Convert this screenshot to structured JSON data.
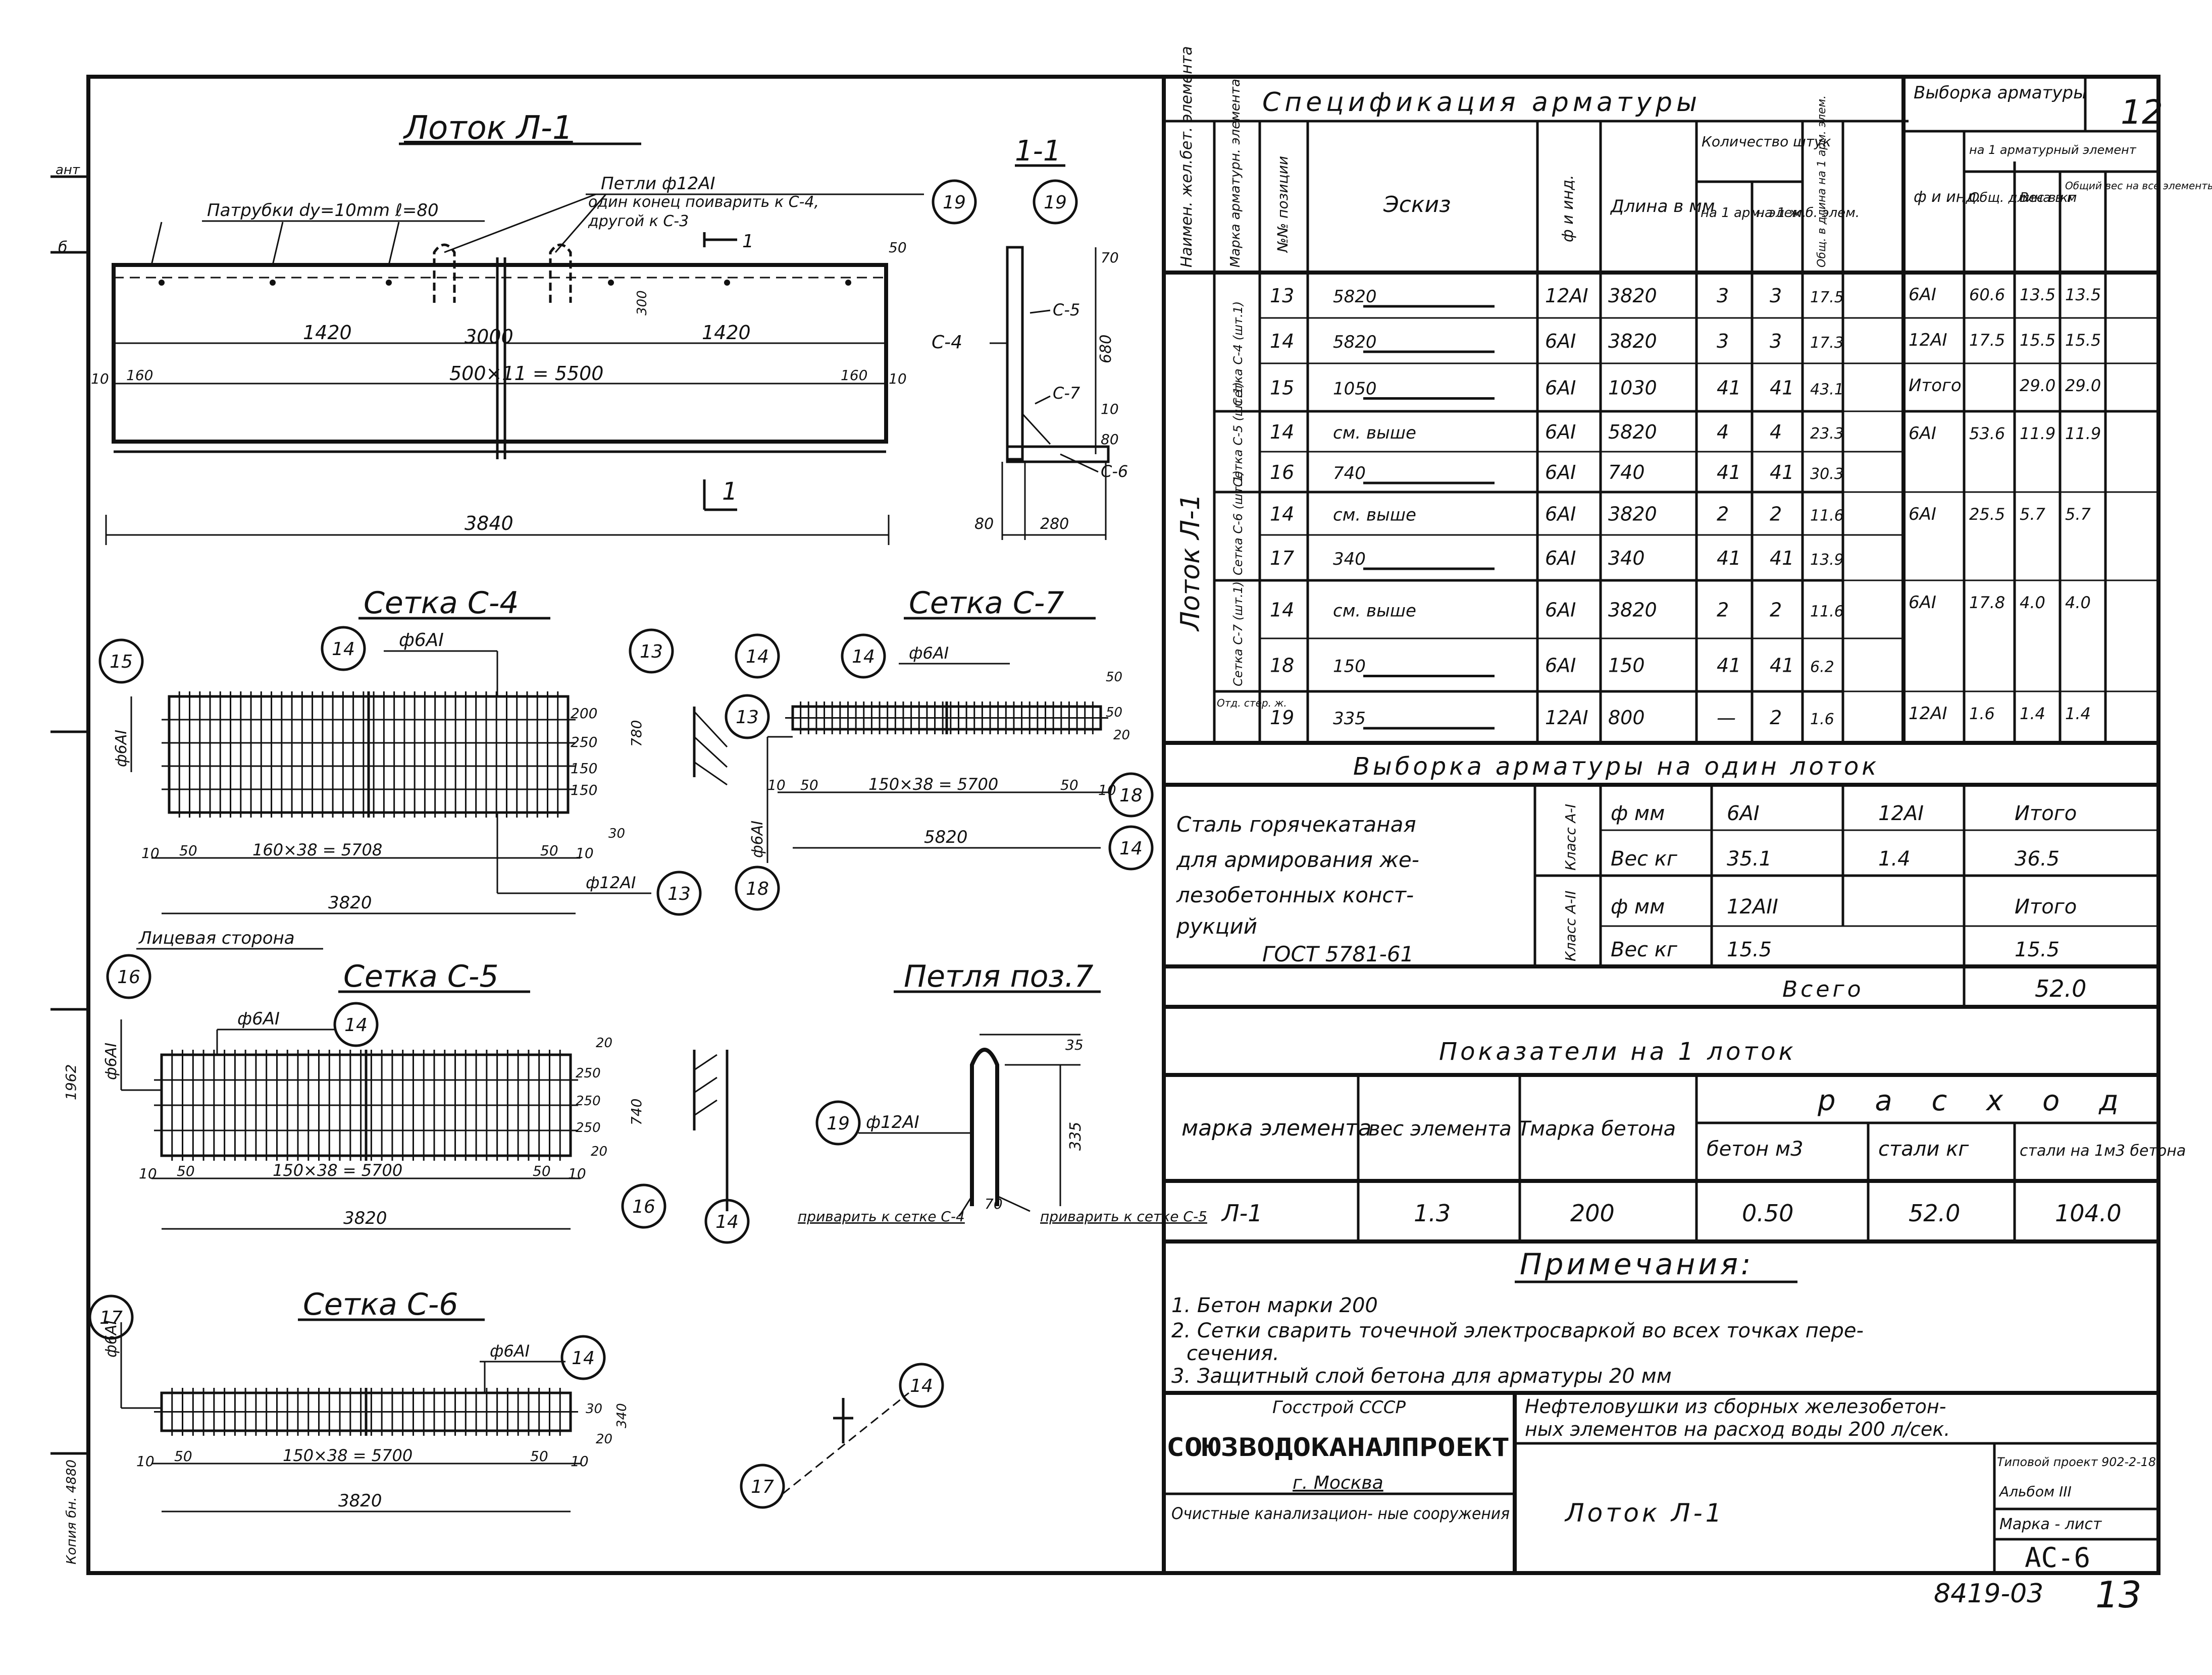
{
  "sheet_number": "12",
  "drawings": {
    "lotok": {
      "title": "Лоток Л-1",
      "note_patrubki": "Патрубки dу=10mm ℓ=80",
      "note_petli": "Петли ф12АI",
      "note_petli_2": "один конец поиварить к С-4,",
      "note_petli_3": "другой к С-3",
      "dims": [
        "1420",
        "3000",
        "1420",
        "500×11 = 5500",
        "160",
        "160",
        "10",
        "10",
        "50",
        "300",
        "3840"
      ],
      "section_mark": "1"
    },
    "section": {
      "title": "1-1",
      "labels": [
        "С-4",
        "С-5",
        "С-7",
        "С-6"
      ],
      "dims": [
        "70",
        "680",
        "10",
        "80",
        "80",
        "280"
      ]
    },
    "setka_c4": {
      "title": "Сетка С-4",
      "callout_top": "ф6АI",
      "callout_side": "ф6АI",
      "callout_bottom": "ф12АI",
      "dims": [
        "200",
        "250",
        "150",
        "150",
        "30",
        "780",
        "10",
        "50",
        "160×38 = 5708",
        "50",
        "10",
        "3820"
      ],
      "note": "Лицевая сторона"
    },
    "setka_c7": {
      "title": "Сетка С-7",
      "callout_top": "ф6АI",
      "callout_side": "ф6АI",
      "dims": [
        "10",
        "50",
        "150×38 = 5700",
        "50",
        "10",
        "5820",
        "50",
        "50",
        "20"
      ]
    },
    "setka_c5": {
      "title": "Сетка С-5",
      "callout_top": "ф6АI",
      "callout_side": "ф6АI",
      "dims": [
        "20",
        "250",
        "250",
        "250",
        "20",
        "740",
        "10",
        "50",
        "150×38 = 5700",
        "50",
        "10",
        "3820"
      ]
    },
    "petlya": {
      "title": "Петля поз.7",
      "callout": "ф12АI",
      "dims": [
        "35",
        "335",
        "70"
      ],
      "note_left": "приварить к сетке С-4",
      "note_right": "приварить к сетке С-5"
    },
    "setka_c6": {
      "title": "Сетка С-6",
      "callout_top": "ф6АI",
      "callout_side": "ф6АI",
      "dims": [
        "10",
        "50",
        "150×38 = 5700",
        "50",
        "10",
        "3820",
        "30",
        "340",
        "20"
      ]
    },
    "bubbles": [
      "19",
      "19",
      "15",
      "14",
      "13",
      "14",
      "13",
      "14",
      "18",
      "14",
      "18",
      "13",
      "16",
      "14",
      "16",
      "14",
      "19",
      "17",
      "14",
      "17",
      "14"
    ]
  },
  "spec": {
    "title": "Спецификация арматуры",
    "headers": [
      "Наимен. жел.бет. элемента",
      "Марка арматурн. элемента",
      "№№ позиции",
      "Эскиз",
      "ф и инд.",
      "Длина в мм",
      "на 1 арм. элем.",
      "на 1 ж.б. элем.",
      "Общ. в длина на 1 арм. элем."
    ],
    "qty_header": "Количество штук",
    "element": "Лоток Л-1",
    "groups": [
      "Сетка С-4 (шт.1)",
      "Сетка С-5 (шт.1)",
      "Сетка С-6 (шт.1)",
      "Сетка С-7 (шт.1)",
      "Отд. стер. ж."
    ],
    "rows": [
      [
        "13",
        "5820",
        "12АI",
        "3820",
        "3",
        "3",
        "17.5"
      ],
      [
        "14",
        "5820",
        "6АI",
        "3820",
        "3",
        "3",
        "17.3"
      ],
      [
        "15",
        "1050",
        "6АI",
        "1030",
        "41",
        "41",
        "43.1"
      ],
      [
        "14",
        "см. выше",
        "6АI",
        "5820",
        "4",
        "4",
        "23.3"
      ],
      [
        "16",
        "740",
        "6АI",
        "740",
        "41",
        "41",
        "30.3"
      ],
      [
        "14",
        "см. выше",
        "6АI",
        "3820",
        "2",
        "2",
        "11.6"
      ],
      [
        "17",
        "340",
        "6АI",
        "340",
        "41",
        "41",
        "13.9"
      ],
      [
        "14",
        "см. выше",
        "6АI",
        "3820",
        "2",
        "2",
        "11.6"
      ],
      [
        "18",
        "150",
        "6АI",
        "150",
        "41",
        "41",
        "6.2"
      ],
      [
        "19",
        "335",
        "12АI",
        "800",
        "—",
        "2",
        "1.6"
      ]
    ]
  },
  "vyborka": {
    "title": "Выборка арматуры",
    "sub": "на 1 арматурный элемент",
    "headers": [
      "ф и инд.",
      "Общ. длина в м",
      "Вес в кг",
      "Общий вес на все элементы кг"
    ],
    "rows": [
      [
        "6АI",
        "60.6",
        "13.5",
        "13.5"
      ],
      [
        "12АI",
        "17.5",
        "15.5",
        "15.5"
      ],
      [
        "Итого",
        "",
        "29.0",
        "29.0"
      ],
      [
        "6АI",
        "53.6",
        "11.9",
        "11.9"
      ],
      [
        "6АI",
        "25.5",
        "5.7",
        "5.7"
      ],
      [
        "6АI",
        "17.8",
        "4.0",
        "4.0"
      ],
      [
        "12АI",
        "1.6",
        "1.4",
        "1.4"
      ]
    ]
  },
  "vyborka_lotok": {
    "title": "Выборка арматуры на один лоток",
    "steel_text": [
      "Сталь горячекатаная",
      "для армирования же-",
      "лезобетонных конст-",
      "рукций",
      "ГОСТ 5781-61"
    ],
    "class_1": "Класс А-I",
    "class_2": "Класс А-II",
    "rows": [
      [
        "ф мм",
        "6АI",
        "12АI",
        "Итого"
      ],
      [
        "Вес кг",
        "35.1",
        "1.4",
        "36.5"
      ],
      [
        "ф мм",
        "12АII",
        "",
        "Итого"
      ],
      [
        "Вес кг",
        "15.5",
        "",
        "15.5"
      ]
    ],
    "total_label": "Всего",
    "total_value": "52.0"
  },
  "pokazateli": {
    "title": "Показатели на 1 лоток",
    "headers": [
      "марка элемента",
      "вес элемента Т",
      "марка бетона",
      "бетон м3",
      "стали кг",
      "стали на 1м3 бетона"
    ],
    "rashod": "р а с х о д",
    "row": [
      "Л-1",
      "1.3",
      "200",
      "0.50",
      "52.0",
      "104.0"
    ]
  },
  "notes": {
    "title": "Примечания:",
    "items": [
      "1. Бетон марки 200",
      "2. Сетки сварить точечной электросваркой во всех точках пере-",
      "сечения.",
      "3. Защитный слой бетона для арматуры 20 мм"
    ]
  },
  "title_block": {
    "org1": "Госстрой СССР",
    "org2": "СОЮЗВОДОКАНАЛПРОЕКТ",
    "city": "г. Москва",
    "project": "Очистные канализацион- ные сооружения",
    "object_1": "Нефтеловушки из сборных железобетон-",
    "object_2": "ных элементов на расход воды 200 л/сек.",
    "sheet_title": "Лоток Л-1",
    "typ_proj": "Типовой проект 902-2-18",
    "album": "Альбом III",
    "mark_label": "Марка - лист",
    "mark": "АС-6",
    "bottom_number": "8419-03",
    "page": "13"
  },
  "left_margin": {
    "labels": [
      "ант",
      "б",
      "1962",
      "Копия бн. 4880"
    ]
  }
}
